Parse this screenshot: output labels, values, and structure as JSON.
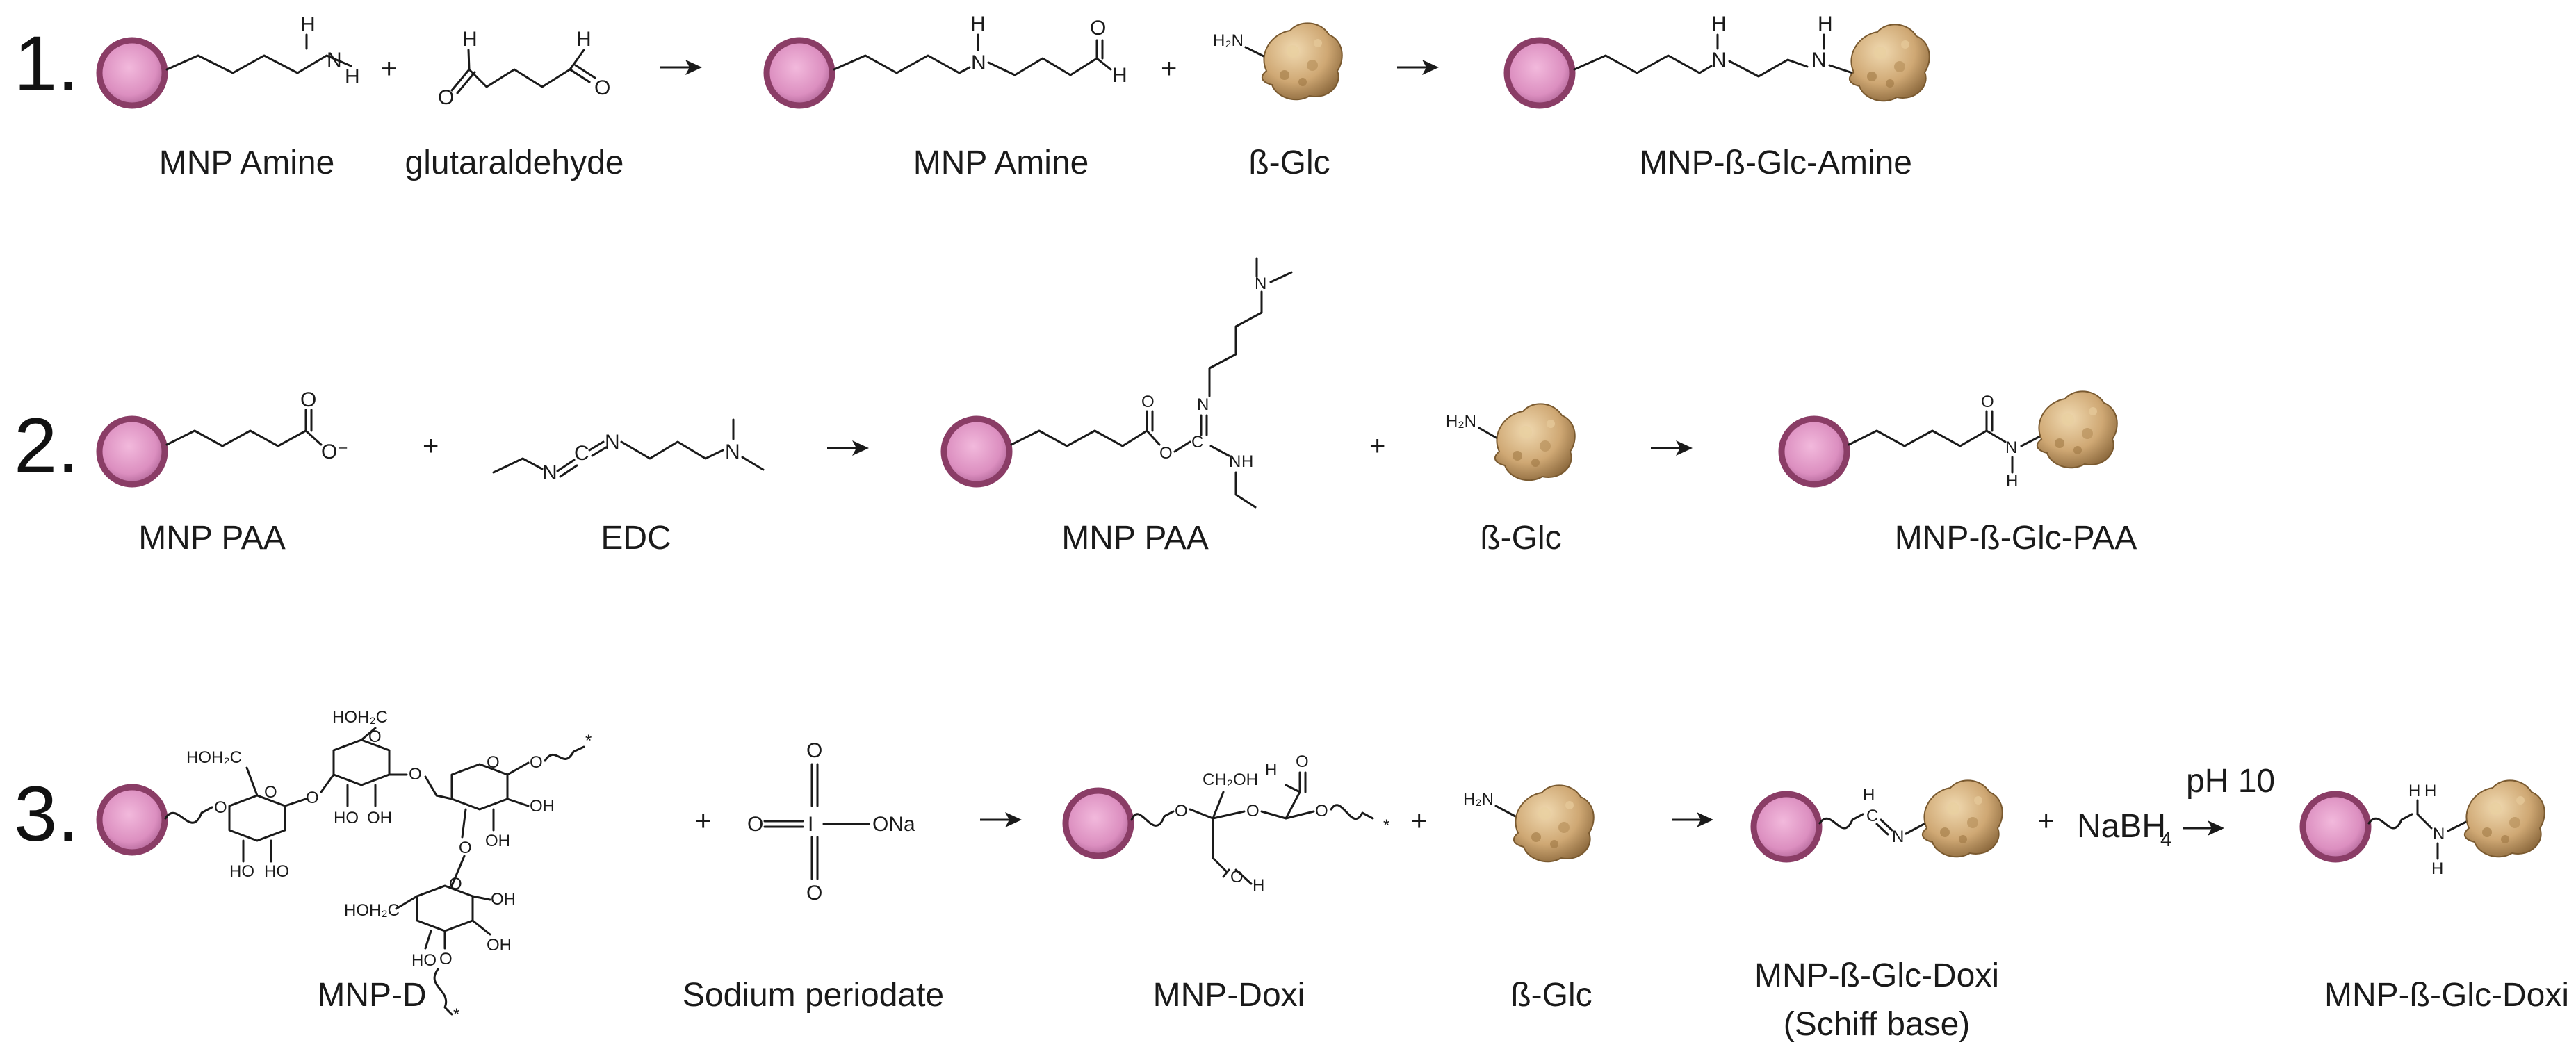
{
  "colors": {
    "nanoparticle_fill": "#d88cbf",
    "nanoparticle_ring": "#8a3d66",
    "enzyme": "#c9a878",
    "ink": "#1a1a1a"
  },
  "icons": {
    "nanoparticle": "nanoparticle-icon",
    "enzyme": "enzyme-icon",
    "arrow": "reaction-arrow-icon"
  },
  "rows": [
    {
      "number": "1.",
      "labels": [
        "MNP Amine",
        "glutaraldehyde",
        "MNP Amine",
        "ß-Glc",
        "MNP-ß-Glc-Amine"
      ]
    },
    {
      "number": "2.",
      "labels": [
        "MNP PAA",
        "EDC",
        "MNP PAA",
        "ß-Glc",
        "MNP-ß-Glc-PAA"
      ]
    },
    {
      "number": "3.",
      "labels": [
        "MNP-D",
        "Sodium periodate",
        "MNP-Doxi",
        "ß-Glc",
        "MNP-ß-Glc-Doxi",
        "(Schiff base)",
        "MNP-ß-Glc-Doxi"
      ],
      "reagent": "NaBH",
      "reagent_sub": "4",
      "condition": "pH 10"
    }
  ],
  "plus_sign": "+",
  "atoms": {
    "N": "N",
    "H": "H",
    "O": "O",
    "H2N": "H₂N",
    "Ominus": "O⁻",
    "C": "C",
    "I": "I",
    "ONa": "ONa",
    "HO": "HO",
    "OH": "OH",
    "HOH2C": "HOH₂C",
    "CH2OH": "CH₂OH",
    "star": "*"
  }
}
